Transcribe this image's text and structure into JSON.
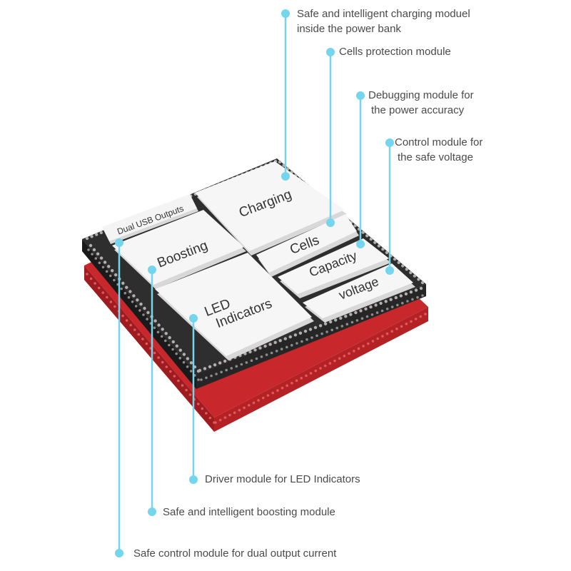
{
  "colors": {
    "leader": "#74d5ec",
    "board_red": "#c8282c",
    "board_black": "#2e2e2e",
    "module_top": "#f4f4f4",
    "pin": "#b0b0b0"
  },
  "modules": {
    "dual_usb": "Dual USB Outputs",
    "boosting": "Boosting",
    "led_line1": "LED",
    "led_line2": "Indicators",
    "charging": "Charging",
    "cells": "Cells",
    "capacity": "Capacity",
    "voltage": "voltage"
  },
  "callouts": {
    "charging_line1": "Safe and intelligent charging moduel",
    "charging_line2": "inside the power bank",
    "cells": "Cells protection module",
    "capacity_line1": "Debugging module for",
    "capacity_line2": "the power accuracy",
    "voltage_line1": "Control module for",
    "voltage_line2": "the safe voltage",
    "led": "Driver module for LED Indicators",
    "boosting": "Safe and intelligent boosting module",
    "dual_usb": "Safe control module for dual output current"
  }
}
